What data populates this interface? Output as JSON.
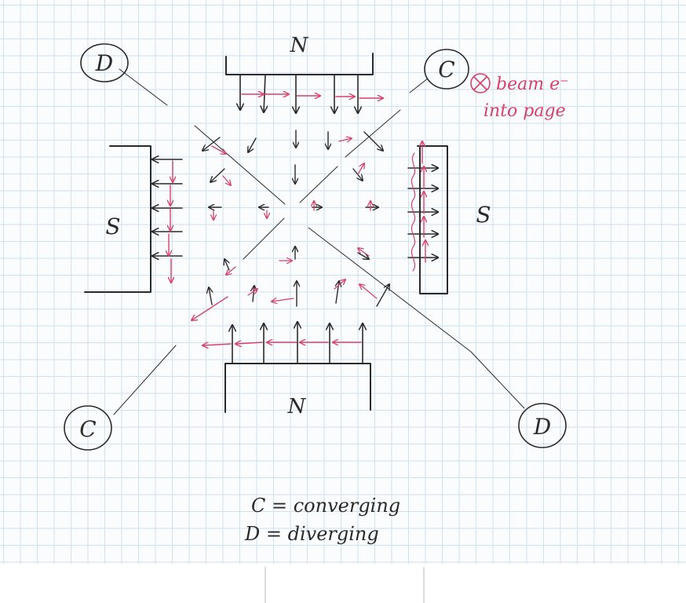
{
  "poles": {
    "top": "N",
    "bottom": "N",
    "left": "S",
    "right": "S"
  },
  "quadrant_labels": {
    "top_left": "D",
    "top_right": "C",
    "bottom_left": "C",
    "bottom_right": "D"
  },
  "beam_note": {
    "line1": "beam e⁻",
    "line2": "into page"
  },
  "legend": {
    "converging": "C = converging",
    "diverging": "D = diverging"
  },
  "colors": {
    "field_arrows": "#2a2a2a",
    "force_arrows": "#d8406a",
    "grid": "#cfe0f0"
  }
}
